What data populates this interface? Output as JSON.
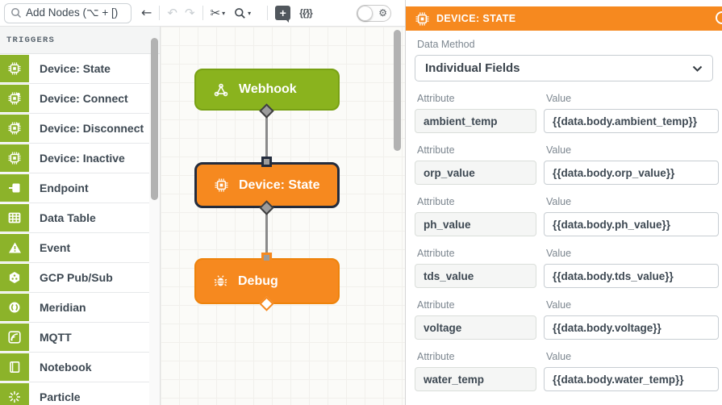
{
  "toolbar": {
    "search_value": "Add Nodes (⌥ + [)",
    "back": "←",
    "undo": "↶",
    "redo": "↷",
    "cut": "✂",
    "caret": "▾",
    "annotation_plus": "+",
    "braces": "{{∕}}",
    "gear": "⚙"
  },
  "sidebar": {
    "section_label": "TRIGGERS",
    "items": [
      {
        "label": "Device: State",
        "icon": "chip-state-icon"
      },
      {
        "label": "Device: Connect",
        "icon": "chip-connect-icon"
      },
      {
        "label": "Device: Disconnect",
        "icon": "chip-disconnect-icon"
      },
      {
        "label": "Device: Inactive",
        "icon": "chip-inactive-icon"
      },
      {
        "label": "Endpoint",
        "icon": "endpoint-icon"
      },
      {
        "label": "Data Table",
        "icon": "table-icon"
      },
      {
        "label": "Event",
        "icon": "warning-triangle-icon"
      },
      {
        "label": "GCP Pub/Sub",
        "icon": "hexagon-pubsub-icon"
      },
      {
        "label": "Meridian",
        "icon": "meridian-icon"
      },
      {
        "label": "MQTT",
        "icon": "mqtt-icon"
      },
      {
        "label": "Notebook",
        "icon": "notebook-icon"
      },
      {
        "label": "Particle",
        "icon": "particle-icon"
      }
    ]
  },
  "canvas": {
    "nodes": [
      {
        "label": "Webhook",
        "type": "webhook",
        "color": "#8ab31e",
        "selected": false
      },
      {
        "label": "Device: State",
        "type": "device-state",
        "color": "#f6891f",
        "selected": true
      },
      {
        "label": "Debug",
        "type": "debug",
        "color": "#f6891f",
        "selected": false
      }
    ]
  },
  "panel": {
    "title": "DEVICE: STATE",
    "data_method_label": "Data Method",
    "data_method_value": "Individual Fields",
    "attribute_label": "Attribute",
    "value_label": "Value",
    "rows": [
      {
        "attribute": "ambient_temp",
        "value": "{{data.body.ambient_temp}}"
      },
      {
        "attribute": "orp_value",
        "value": "{{data.body.orp_value}}"
      },
      {
        "attribute": "ph_value",
        "value": "{{data.body.ph_value}}"
      },
      {
        "attribute": "tds_value",
        "value": "{{data.body.tds_value}}"
      },
      {
        "attribute": "voltage",
        "value": "{{data.body.voltage}}"
      },
      {
        "attribute": "water_temp",
        "value": "{{data.body.water_temp}}"
      }
    ]
  },
  "colors": {
    "accent_orange": "#f6891f",
    "accent_green": "#8cb32a",
    "selected_border": "#232c3d"
  }
}
